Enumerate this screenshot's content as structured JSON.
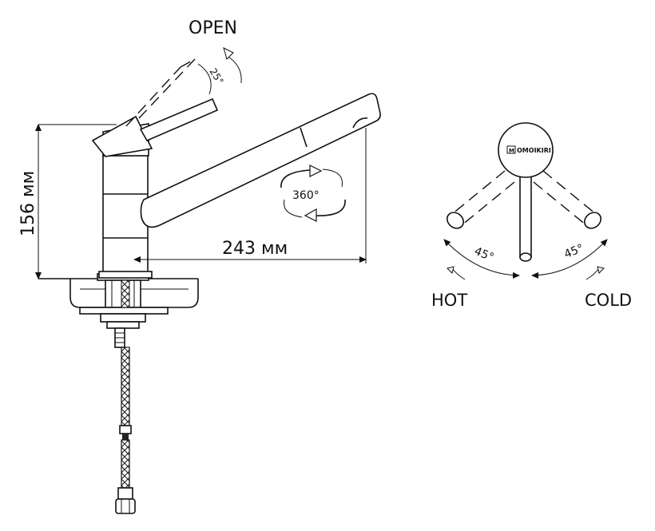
{
  "labels": {
    "open": "OPEN",
    "lever_tilt": "25°",
    "height": "156 мм",
    "reach": "243 мм",
    "swivel": "360°",
    "hot": "HOT",
    "cold": "COLD",
    "angle_left": "45°",
    "angle_right": "45°",
    "brand": "OMOIKIRI"
  }
}
